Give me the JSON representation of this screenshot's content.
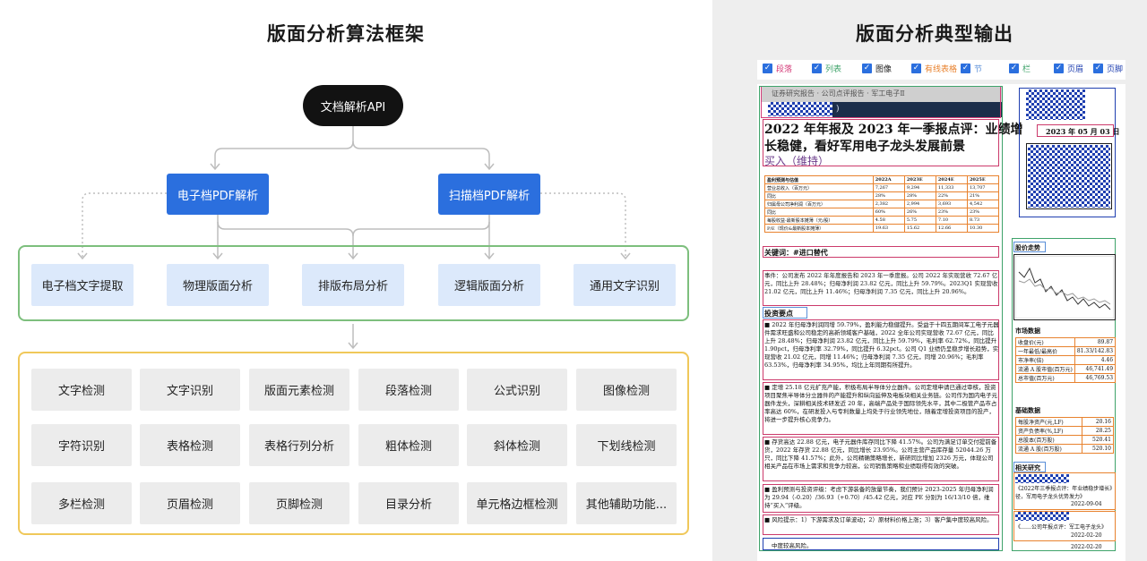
{
  "left": {
    "title": "版面分析算法框架",
    "api": "文档解析API",
    "branches": {
      "electronic": "电子档PDF解析",
      "scanned": "扫描档PDF解析"
    },
    "level2": [
      "电子档文字提取",
      "物理版面分析",
      "排版布局分析",
      "逻辑版面分析",
      "通用文字识别"
    ],
    "level3": [
      [
        "文字检测",
        "文字识别",
        "版面元素检测",
        "段落检测",
        "公式识别",
        "图像检测"
      ],
      [
        "字符识别",
        "表格检测",
        "表格行列分析",
        "粗体检测",
        "斜体检测",
        "下划线检测"
      ],
      [
        "多栏检测",
        "页眉检测",
        "页脚检测",
        "目录分析",
        "单元格边框检测",
        "其他辅助功能..."
      ]
    ]
  },
  "right": {
    "title": "版面分析典型输出",
    "legend": [
      {
        "label": "段落",
        "color": "#d43d7a"
      },
      {
        "label": "列表",
        "color": "#3fa36a"
      },
      {
        "label": "图像",
        "color": "#1f1f1f"
      },
      {
        "label": "有线表格",
        "color": "#e8822e"
      },
      {
        "label": "节",
        "color": "#5a8fd8"
      },
      {
        "label": "栏",
        "color": "#3fa36a"
      },
      {
        "label": "页眉",
        "color": "#1f3fb0"
      },
      {
        "label": "页脚",
        "color": "#1f3fb0"
      }
    ],
    "document": {
      "header": "证券研究报告 · 公司点评报告 · 军工电子Ⅱ",
      "date": "2023 年 05 月 03 日",
      "title_line1": "2022 年年报及 2023 年一季报点评：业绩增",
      "title_line2": "长稳健，看好军用电子龙头发展前景",
      "rating": "买入（维持）",
      "table_headers": [
        "盈利预测与估值",
        "2022A",
        "2023E",
        "2024E",
        "2025E"
      ],
      "table_rows": [
        [
          "营业总收入（百万元）",
          "7,267",
          "9,294",
          "11,333",
          "13,707"
        ],
        [
          "同比",
          "28%",
          "28%",
          "22%",
          "21%"
        ],
        [
          "归属母公司净利润（百万元）",
          "2,382",
          "2,994",
          "3,693",
          "4,542"
        ],
        [
          "同比",
          "60%",
          "26%",
          "23%",
          "23%"
        ],
        [
          "每股收益-最新股本摊薄（元/股）",
          "4.58",
          "5.75",
          "7.10",
          "8.73"
        ],
        [
          "P/E（现价&最新股本摊薄）",
          "19.63",
          "15.62",
          "12.66",
          "10.30"
        ]
      ],
      "keywords": "关键词：#进口替代",
      "event_text": "事件：公司发布 2022 年年度报告和 2023 年一季度报。公司 2022 年实现营收 72.67 亿元，同比上升 28.48%；归母净利润 23.82 亿元，同比上升 59.79%。2023Q1 实现营收 21.02 亿元，同比上升 11.46%；归母净利润 7.35 亿元，同比上升 20.96%。",
      "section_label": "投资要点",
      "bullet1": "■ 2022 年归母净利润同增 59.79%，盈利能力稳健提升。受益于十四五期间军工电子元器件需求旺盛和公司稳定的高新领域客户基础，2022 全年公司实现营收 72.67 亿元，同比上升 28.48%；归母净利润 23.82 亿元，同比上升 59.79%，毛利率 62.72%，同比提升 1.90pct，归母净利率 32.79%，同比提升 6.32pct。公司 Q1 业绩仍呈稳步增长趋势，实现营收 21.02 亿元，同增 11.46%；归母净利润 7.35 亿元，同增 20.96%；毛利率 63.53%，归母净利率 34.95%，均比上年同期有所提升。",
      "bullet2": "■ 定增 25.18 亿元扩充产能，积极布局半导体分立器件。公司定增申请已通过审核，投资项目聚焦半导体分立器件的产能提升和纵向延伸及电板块相关业务链。公司作为国内电子元器件龙头，深耕相关技术研发近 20 年，高端产品处于国际领先水平，其中二极管产品市占率高达 60%，在研发投入与专利数量上均处于行业领先地位，随着定增投资项目的投产，将进一步提升核心竞争力。",
      "bullet3": "■ 存货高达 22.88 亿元，电子元器件库存同比下降 41.57%。公司为满足订单交付提前备货，2022 年存货 22.88 亿元，同比增长 23.95%。公司主营产品库存量 52044.26 万只，同比下降 41.57%；此外，公司精确策略增长，新研同比增加 2326 万元，体现公司相关产品在市场上需求和竞争力较高，公司销售策略和业绩取得有效的突破。",
      "bullet4": "■ 盈利预测与投资评级：考虑下游装备的放量节奏，我们预计 2023-2025 年归母净利润为 29.94（-0.20）/36.93（+0.70）/45.42 亿元，对应 PE 分别为 16/13/10 倍，维持“买入”评级。",
      "bullet5": "■ 风险提示：1）下游需求及订单波动；2）原材料价格上涨；3）客户集中度较高风险。",
      "footer_line": "中度较高风险。",
      "side_sections": {
        "trend": "股价走势",
        "market": "市场数据",
        "basic": "基础数据",
        "research": "相关研究"
      },
      "market_rows": [
        [
          "收盘价(元)",
          "89.87"
        ],
        [
          "一年最低/最高价",
          "81.33/142.83"
        ],
        [
          "市净率(倍)",
          "4.46"
        ],
        [
          "流通 A 股市值(百万元)",
          "46,741.49"
        ],
        [
          "总市值(百万元)",
          "46,769.53"
        ]
      ],
      "basic_rows": [
        [
          "每股净资产(元,LF)",
          "20.16"
        ],
        [
          "资产负债率(%,LF)",
          "28.25"
        ],
        [
          "总股本(百万股)",
          "520.41"
        ],
        [
          "流通 A 股(百万股)",
          "520.10"
        ]
      ],
      "research_items": [
        "《2022年三季报点评：年业绩稳步增长》",
        "径，军用电子龙头优势发力》",
        "2022-09-04",
        "《……公司年报点评：军工电子龙头》",
        "2022-02-20",
        "2022-02-20"
      ]
    }
  }
}
